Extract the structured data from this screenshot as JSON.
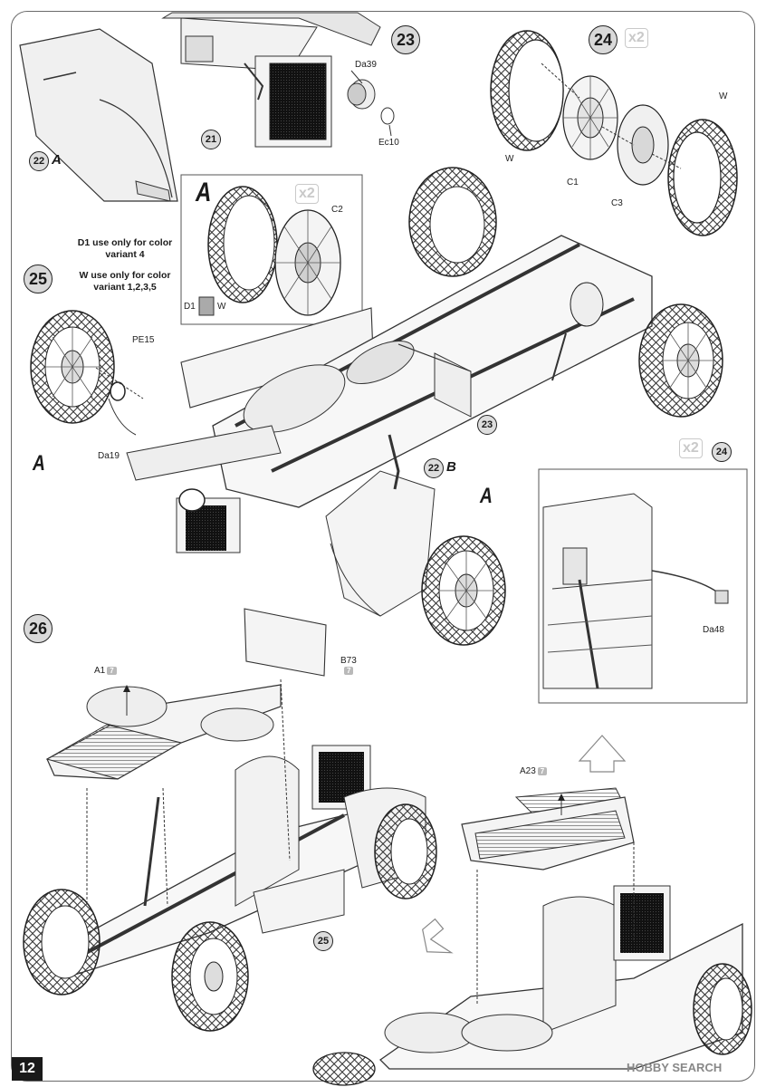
{
  "page_number": "12",
  "watermark": "HOBBY SEARCH",
  "steps": {
    "s23": "23",
    "s24": "24",
    "s25": "25",
    "s26": "26"
  },
  "step23": {
    "ref21": "21",
    "ref22": "22",
    "variant_a": "A",
    "da39": "Da39",
    "ec10": "Ec10"
  },
  "step24": {
    "multiplier": "x2",
    "w_tire_left": "W",
    "c1": "C1",
    "c3": "C3",
    "w_tire_right": "W"
  },
  "inset_a": {
    "letter": "A",
    "multiplier": "x2",
    "c2": "C2",
    "d1": "D1",
    "w": "W"
  },
  "notes": {
    "d1_note": "D1 use only for color variant 4",
    "w_note": "W use only for color variant 1,2,3,5"
  },
  "step25": {
    "pe15": "PE15",
    "da19": "Da19",
    "a_left": "A",
    "ref23": "23",
    "ref22": "22",
    "b_label": "B",
    "a_wheel": "A",
    "ref24": "24",
    "multiplier": "x2",
    "da48": "Da48"
  },
  "step26": {
    "a1": "A1",
    "a1_tag": "7",
    "b73": "B73",
    "b73_tag": "7",
    "a23": "A23",
    "a23_tag": "7",
    "ref25": "25"
  }
}
